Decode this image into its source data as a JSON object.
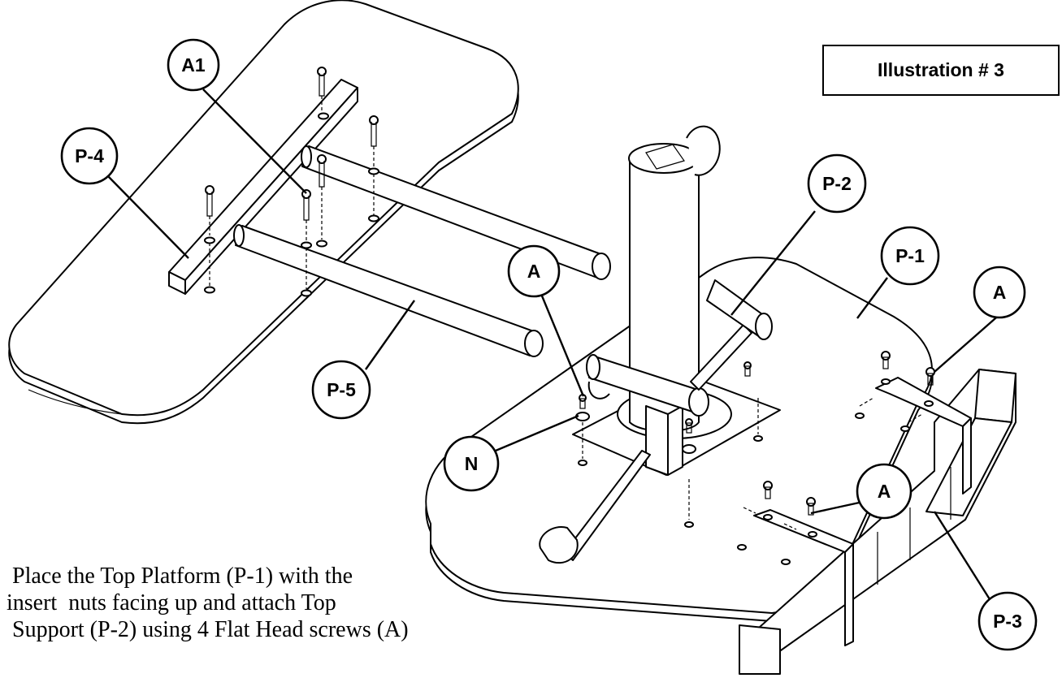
{
  "title": "Illustration # 3",
  "callouts": {
    "a1": "A1",
    "p4": "P-4",
    "p2": "P-2",
    "p1": "P-1",
    "a_center": "A",
    "a_right": "A",
    "a_lower": "A",
    "p5": "P-5",
    "n": "N",
    "p3": "P-3"
  },
  "instruction": {
    "line1": " Place the Top Platform (P-1) with the",
    "line2": "insert  nuts facing up and attach Top",
    "line3": " Support (P-2) using 4 Flat Head screws (A)"
  }
}
